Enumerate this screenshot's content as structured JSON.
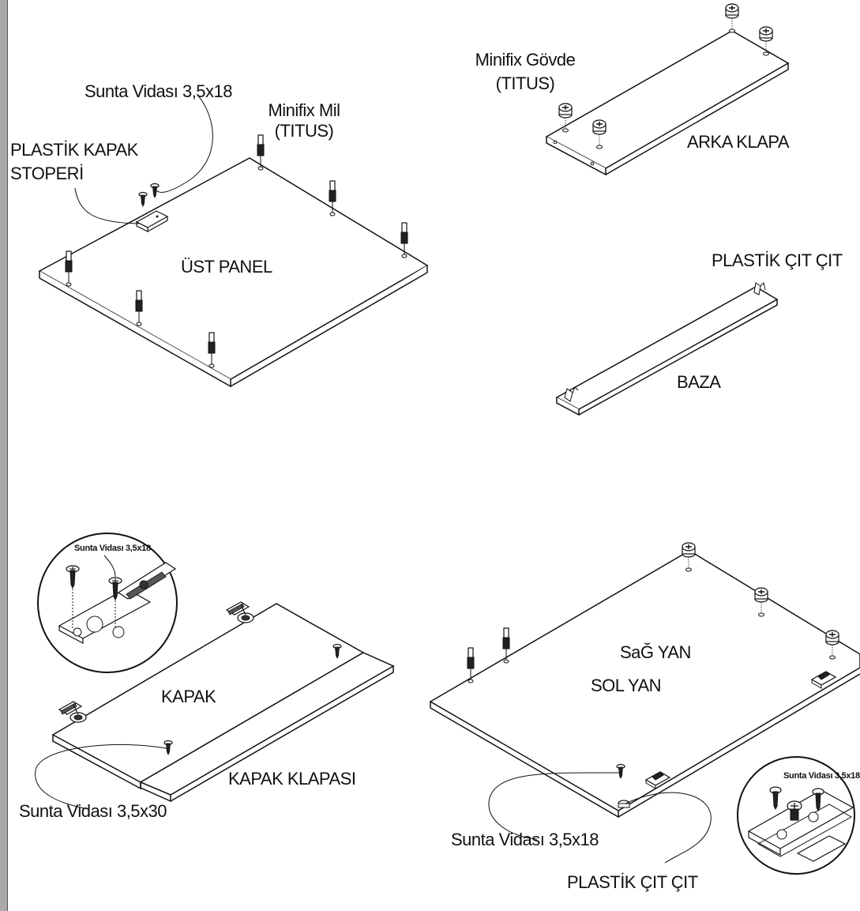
{
  "labels": {
    "sunta_vidasi_top": "Sunta Vidası 3,5x18",
    "minifix_mil_line1": "Minifix Mil",
    "minifix_mil_line2": "(TITUS)",
    "plastik_kapak_line1": "PLASTİK KAPAK",
    "plastik_kapak_line2": "STOPERİ",
    "ust_panel": "ÜST PANEL",
    "minifix_govde_line1": "Minifix Gövde",
    "minifix_govde_line2": "(TITUS)",
    "arka_klapa": "ARKA KLAPA",
    "plastik_cit_cit_top": "PLASTİK ÇIT ÇIT",
    "baza": "BAZA",
    "kapak_callout": "Sunta Vidası 3,5x18",
    "kapak": "KAPAK",
    "kapak_klapasi": "KAPAK KLAPASI",
    "sunta_vidasi_bottom_left": "Sunta Vidası 3,5x30",
    "sag_yan": "SaĞ YAN",
    "sol_yan": "SOL YAN",
    "sunta_vidasi_bottom_mid": "Sunta Vidası 3,5x18",
    "plastik_cit_cit_bottom": "PLASTİK ÇIT ÇIT",
    "right_callout": "Sunta Vidası 3,5x18"
  }
}
